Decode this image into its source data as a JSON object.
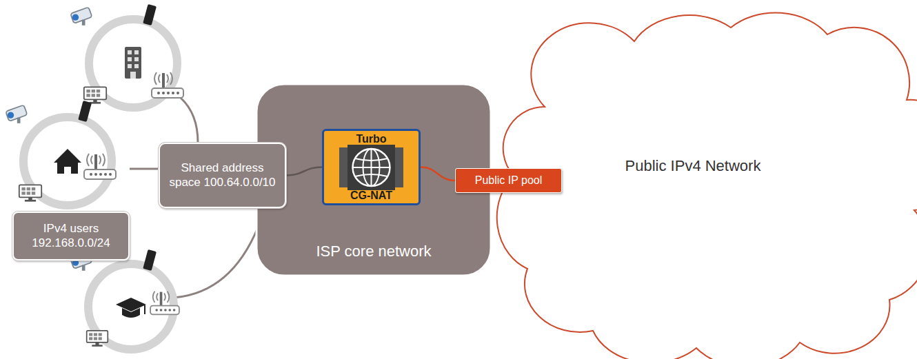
{
  "diagram": {
    "nodes": [
      {
        "text": [
          "IPv4 users 192.168.0.0/24"
        ]
      },
      {
        "text": [
          "Shared address space 100.64.0.0/10"
        ]
      },
      {
        "text": [
          "ISP core network"
        ]
      },
      {
        "text": [
          "Turbo",
          "CG-NAT"
        ],
        "in": 2
      },
      {
        "text": [
          "Public IP pool"
        ]
      },
      {
        "text": [
          "Public IPv4 Network"
        ]
      }
    ],
    "edges": [
      {
        "from": 1,
        "to": 3,
        "arrow": "none"
      },
      {
        "from": 3,
        "to": 4,
        "arrow": "none"
      }
    ]
  }
}
